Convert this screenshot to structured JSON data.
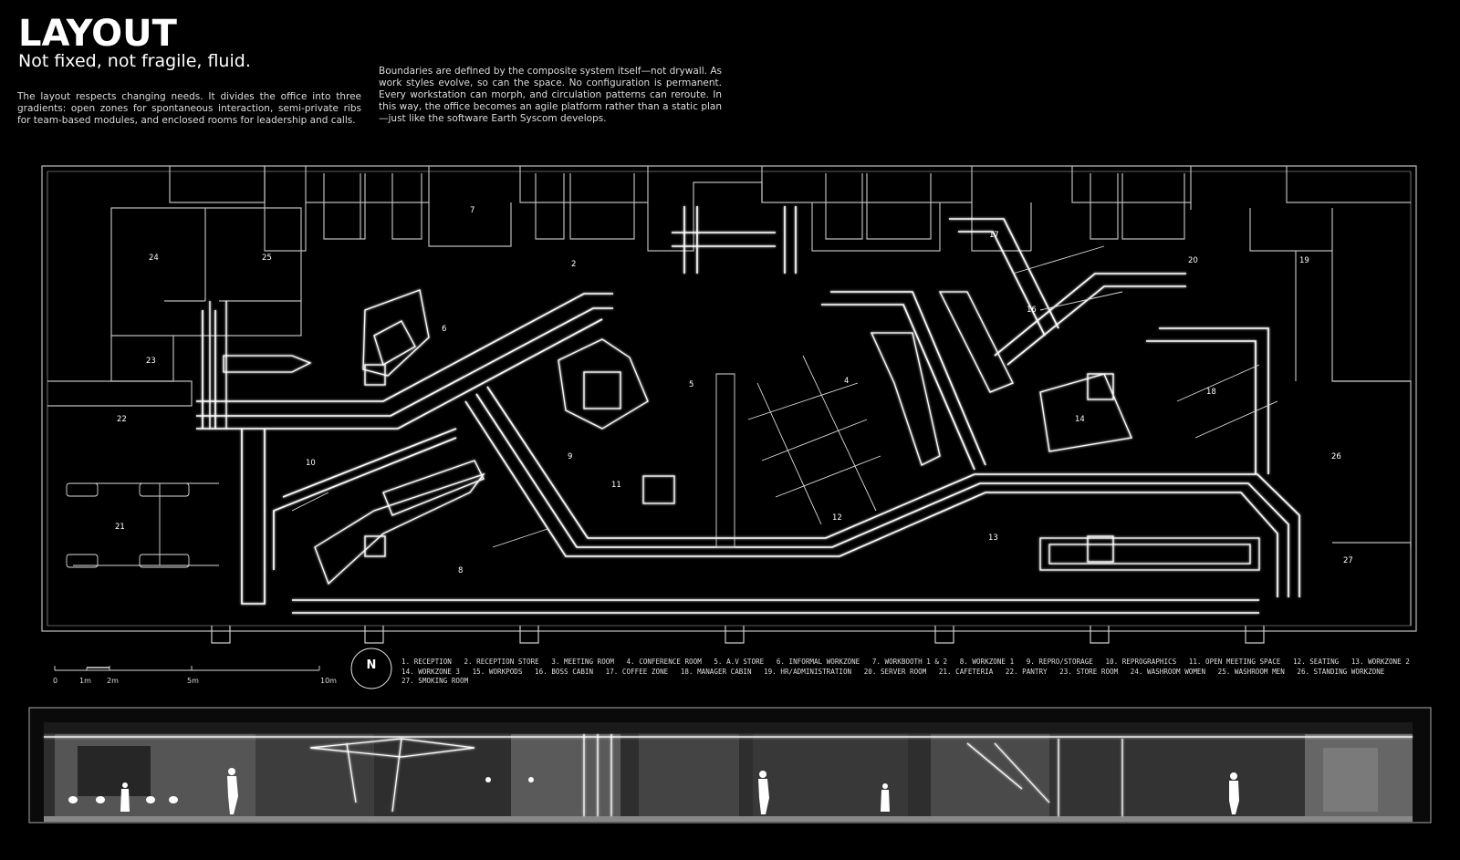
{
  "header": {
    "title": "LAYOUT",
    "subtitle": "Not fixed, not fragile, fluid.",
    "paragraph_1": "The layout respects changing needs. It divides the office into three gradients: open zones for spontaneous interaction, semi-private ribs for team-based modules, and enclosed rooms for leadership and calls.",
    "paragraph_2": "Boundaries are defined by the composite system itself—not drywall. As work styles evolve, so can the space. No configuration is permanent. Every workstation can morph, and circulation patterns can reroute. In this way, the office becomes an agile platform rather than a static plan—just like the software Earth Syscom develops."
  },
  "plan_labels": [
    {
      "id": "l2",
      "text": "2"
    },
    {
      "id": "l4",
      "text": "4"
    },
    {
      "id": "l5",
      "text": "5"
    },
    {
      "id": "l6",
      "text": "6"
    },
    {
      "id": "l7",
      "text": "7"
    },
    {
      "id": "l8",
      "text": "8"
    },
    {
      "id": "l9",
      "text": "9"
    },
    {
      "id": "l10",
      "text": "10"
    },
    {
      "id": "l11",
      "text": "11"
    },
    {
      "id": "l12",
      "text": "12"
    },
    {
      "id": "l13",
      "text": "13"
    },
    {
      "id": "l14",
      "text": "14"
    },
    {
      "id": "l16",
      "text": "16"
    },
    {
      "id": "l17",
      "text": "17"
    },
    {
      "id": "l18",
      "text": "18"
    },
    {
      "id": "l19",
      "text": "19"
    },
    {
      "id": "l20",
      "text": "20"
    },
    {
      "id": "l21",
      "text": "21"
    },
    {
      "id": "l22",
      "text": "22"
    },
    {
      "id": "l23",
      "text": "23"
    },
    {
      "id": "l24",
      "text": "24"
    },
    {
      "id": "l25",
      "text": "25"
    },
    {
      "id": "l26",
      "text": "26"
    },
    {
      "id": "l27",
      "text": "27"
    }
  ],
  "scale_bar": {
    "ticks": [
      "0",
      "1m",
      "2m",
      "5m",
      "10m"
    ]
  },
  "north": "N",
  "legend": [
    "1. RECEPTION",
    "2. RECEPTION STORE",
    "3. MEETING ROOM",
    "4. CONFERENCE ROOM",
    "5. A.V STORE",
    "6. INFORMAL WORKZONE",
    "7. WORKBOOTH 1 & 2",
    "8. WORKZONE 1",
    "9. REPRO/STORAGE",
    "10. REPROGRAPHICS",
    "11. OPEN MEETING SPACE",
    "12. SEATING",
    "13. WORKZONE 2",
    "14. WORKZONE 3",
    "15. WORKPODS",
    "16. BOSS CABIN",
    "17. COFFEE ZONE",
    "18. MANAGER CABIN",
    "19. HR/ADMINISTRATION",
    "20. SERVER ROOM",
    "21. CAFETERIA",
    "22. PANTRY",
    "23. STORE ROOM",
    "24. WASHROOM WOMEN",
    "25. WASHROOM MEN",
    "26. STANDING WORKZONE",
    "27. SMOKING ROOM"
  ],
  "colors": {
    "background": "#000000",
    "line": "#ffffff",
    "section_wall": "#3a3a3a"
  }
}
